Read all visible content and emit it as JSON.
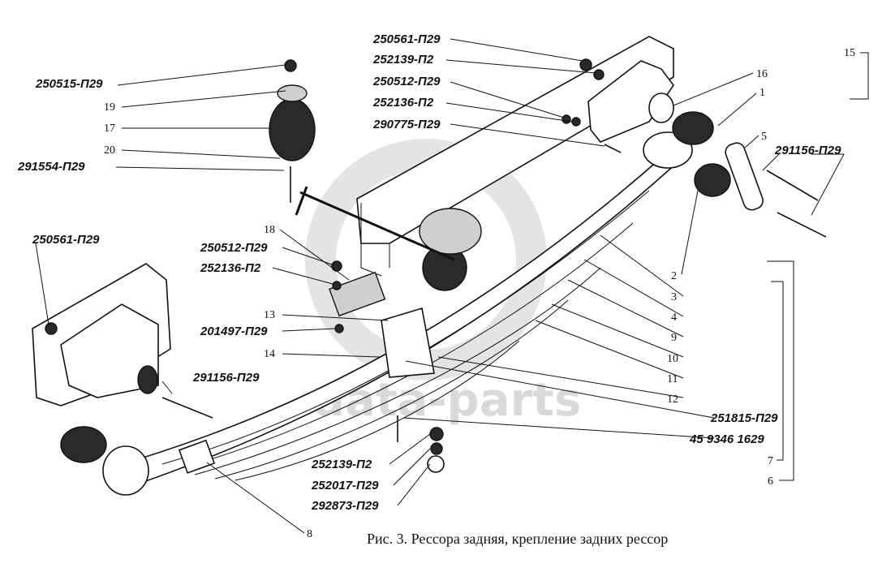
{
  "caption": "Рис. 3. Рессора задняя, крепление задних рессор",
  "watermark": "data-parts",
  "part_numbers": {
    "pn_250515": "250515-П29",
    "pn_291554": "291554-П29",
    "pn_250561_top": "250561-П29",
    "pn_252139_top": "252139-П2",
    "pn_250512_top": "250512-П29",
    "pn_252136_top": "252136-П2",
    "pn_290775": "290775-П29",
    "pn_291156_right": "291156-П29",
    "pn_250561_left": "250561-П29",
    "pn_250512_mid": "250512-П29",
    "pn_252136_mid": "252136-П2",
    "pn_201497": "201497-П29",
    "pn_291156_left": "291156-П29",
    "pn_251815": "251815-П29",
    "pn_459346": "45 9346 1629",
    "pn_252139_bot": "252139-П2",
    "pn_252017": "252017-П29",
    "pn_292873": "292873-П29"
  },
  "callouts": {
    "c1": "1",
    "c2": "2",
    "c3": "3",
    "c4": "4",
    "c5": "5",
    "c6": "6",
    "c7": "7",
    "c8": "8",
    "c9": "9",
    "c10": "10",
    "c11": "11",
    "c12": "12",
    "c13": "13",
    "c14": "14",
    "c15": "15",
    "c16": "16",
    "c17": "17",
    "c18": "18",
    "c19": "19",
    "c20": "20"
  }
}
